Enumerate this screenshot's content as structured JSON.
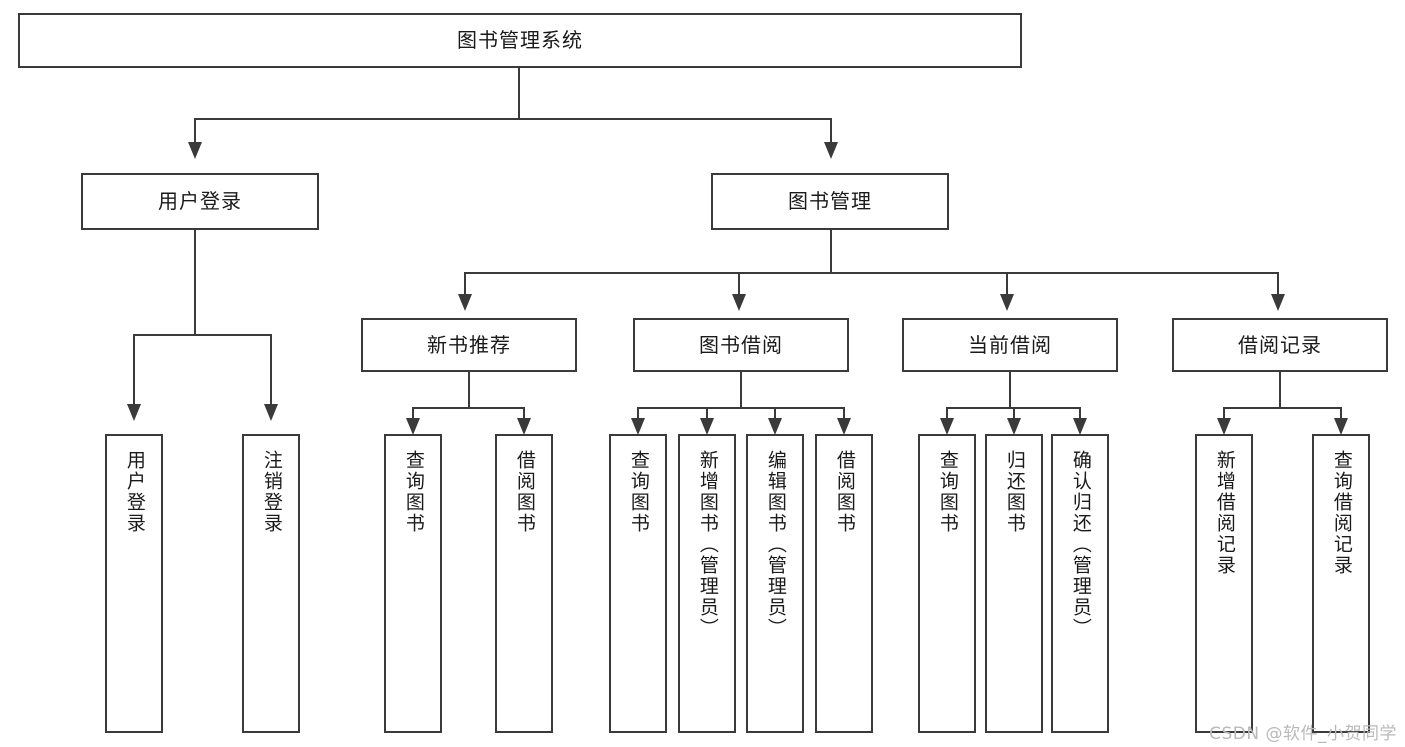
{
  "diagram": {
    "title": "图书管理系统",
    "type": "tree",
    "watermark": "CSDN @软件_小贺同学",
    "colors": {
      "box_border": "#3a3a3a",
      "box_fill": "#ffffff",
      "text": "#1a1a1a",
      "connector": "#3a3a3a",
      "watermark": "#b9b9b9",
      "background": "#ffffff"
    },
    "nodes": {
      "root": {
        "label": "图书管理系统"
      },
      "level2": [
        {
          "id": "user-login",
          "label": "用户登录"
        },
        {
          "id": "book-manage",
          "label": "图书管理"
        }
      ],
      "level3": [
        {
          "id": "new-book-rec",
          "label": "新书推荐"
        },
        {
          "id": "book-borrow",
          "label": "图书借阅"
        },
        {
          "id": "current-borrow",
          "label": "当前借阅"
        },
        {
          "id": "borrow-record",
          "label": "借阅记录"
        }
      ],
      "leaves": {
        "user_login": [
          {
            "id": "leaf-user-login",
            "label": "用户登录"
          },
          {
            "id": "leaf-logout-login",
            "label": "注销登录"
          }
        ],
        "new_book_rec": [
          {
            "id": "leaf-query-book-1",
            "label": "查询图书"
          },
          {
            "id": "leaf-borrow-book-1",
            "label": "借阅图书"
          }
        ],
        "book_borrow": [
          {
            "id": "leaf-query-book-2",
            "label": "查询图书"
          },
          {
            "id": "leaf-add-book",
            "label": "新增图书（管理员）"
          },
          {
            "id": "leaf-edit-book",
            "label": "编辑图书（管理员）"
          },
          {
            "id": "leaf-borrow-book-2",
            "label": "借阅图书"
          }
        ],
        "current_borrow": [
          {
            "id": "leaf-query-book-3",
            "label": "查询图书"
          },
          {
            "id": "leaf-return-book",
            "label": "归还图书"
          },
          {
            "id": "leaf-confirm-return",
            "label": "确认归还（管理员）"
          }
        ],
        "borrow_record": [
          {
            "id": "leaf-add-record",
            "label": "新增借阅记录"
          },
          {
            "id": "leaf-query-record",
            "label": "查询借阅记录"
          }
        ]
      }
    }
  }
}
